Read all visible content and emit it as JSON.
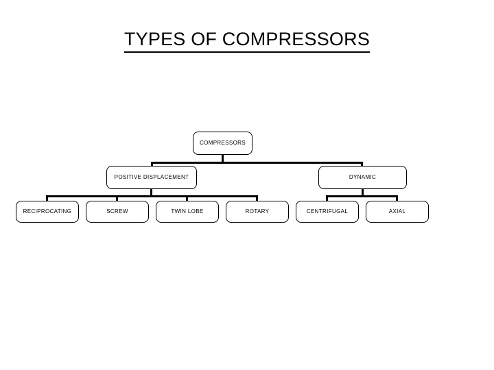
{
  "slide": {
    "title": "TYPES OF COMPRESSORS",
    "background_color": "#ffffff",
    "line_color": "#000000",
    "text_color": "#000000"
  },
  "chart_data": {
    "type": "tree",
    "title": "TYPES OF COMPRESSORS",
    "orientation": "top-down",
    "levels": 3,
    "root": "COMPRESSORS",
    "nodes": [
      {
        "id": "compressors",
        "label": "COMPRESSORS",
        "level": 0,
        "parent": null
      },
      {
        "id": "positive-displacement",
        "label": "POSITIVE DISPLACEMENT",
        "level": 1,
        "parent": "compressors"
      },
      {
        "id": "dynamic",
        "label": "DYNAMIC",
        "level": 1,
        "parent": "compressors"
      },
      {
        "id": "reciprocating",
        "label": "RECIPROCATING",
        "level": 2,
        "parent": "positive-displacement"
      },
      {
        "id": "screw",
        "label": "SCREW",
        "level": 2,
        "parent": "positive-displacement"
      },
      {
        "id": "twin-lobe",
        "label": "TWIN LOBE",
        "level": 2,
        "parent": "positive-displacement"
      },
      {
        "id": "rotary",
        "label": "ROTARY",
        "level": 2,
        "parent": "positive-displacement"
      },
      {
        "id": "centrifugal",
        "label": "CENTRIFUGAL",
        "level": 2,
        "parent": "dynamic"
      },
      {
        "id": "axial",
        "label": "AXIAL",
        "level": 2,
        "parent": "dynamic"
      }
    ]
  },
  "nodes": {
    "root": {
      "label": "COMPRESSORS"
    },
    "level2": [
      {
        "label": "POSITIVE DISPLACEMENT"
      },
      {
        "label": "DYNAMIC"
      }
    ],
    "level3": [
      {
        "label": "RECIPROCATING"
      },
      {
        "label": "SCREW"
      },
      {
        "label": "TWIN LOBE"
      },
      {
        "label": "ROTARY"
      },
      {
        "label": "CENTRIFUGAL"
      },
      {
        "label": "AXIAL"
      }
    ]
  }
}
